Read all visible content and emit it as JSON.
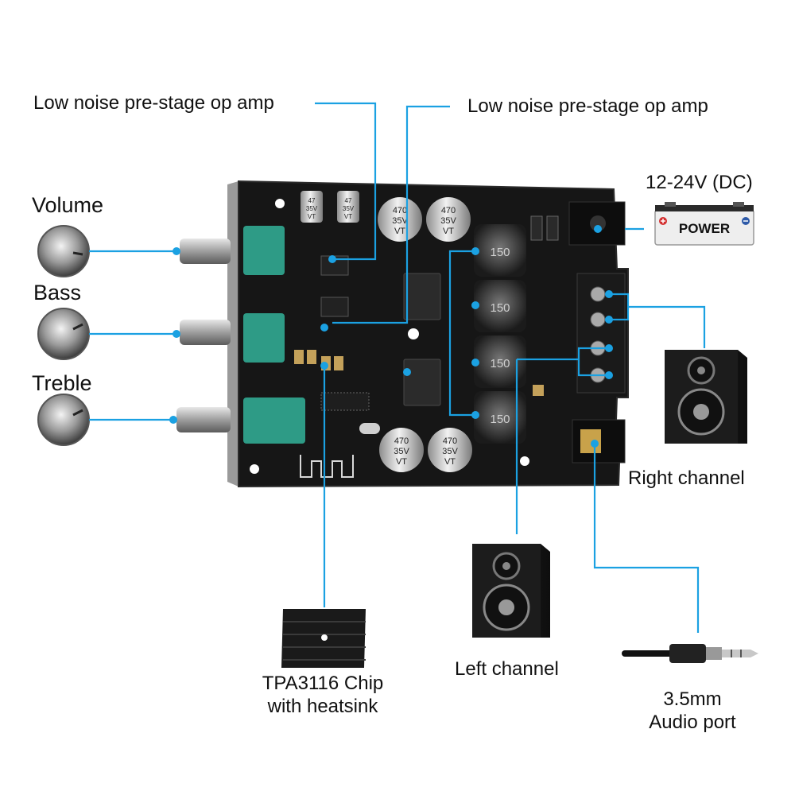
{
  "labels": {
    "op_amp_left": "Low noise pre-stage op amp",
    "op_amp_right": "Low noise pre-stage op amp",
    "power_voltage": "12-24V (DC)",
    "power_badge": "POWER",
    "volume": "Volume",
    "bass": "Bass",
    "treble": "Treble",
    "right_channel": "Right channel",
    "left_channel": "Left channel",
    "chip_line1": "TPA3116 Chip",
    "chip_line2": "with heatsink",
    "audio_line1": "3.5mm",
    "audio_line2": "Audio port"
  },
  "board_markings": {
    "capacitor_top_left_1": [
      "47",
      "35V",
      "VT"
    ],
    "capacitor_top_left_2": [
      "47",
      "35V",
      "VT"
    ],
    "capacitor_large": [
      "470",
      "35V",
      "VT"
    ],
    "inductor": "150"
  },
  "colors": {
    "callout_line": "#1ba1e2",
    "board": "#151515",
    "potentiometer": "#2e9b86",
    "terminal": "#1a1a1a",
    "battery_plus": "#d32f2f",
    "battery_minus": "#2e5aa8"
  },
  "icons": [
    "knob-icon",
    "speaker-icon",
    "heatsink-icon",
    "audio-plug-icon",
    "battery-icon"
  ]
}
